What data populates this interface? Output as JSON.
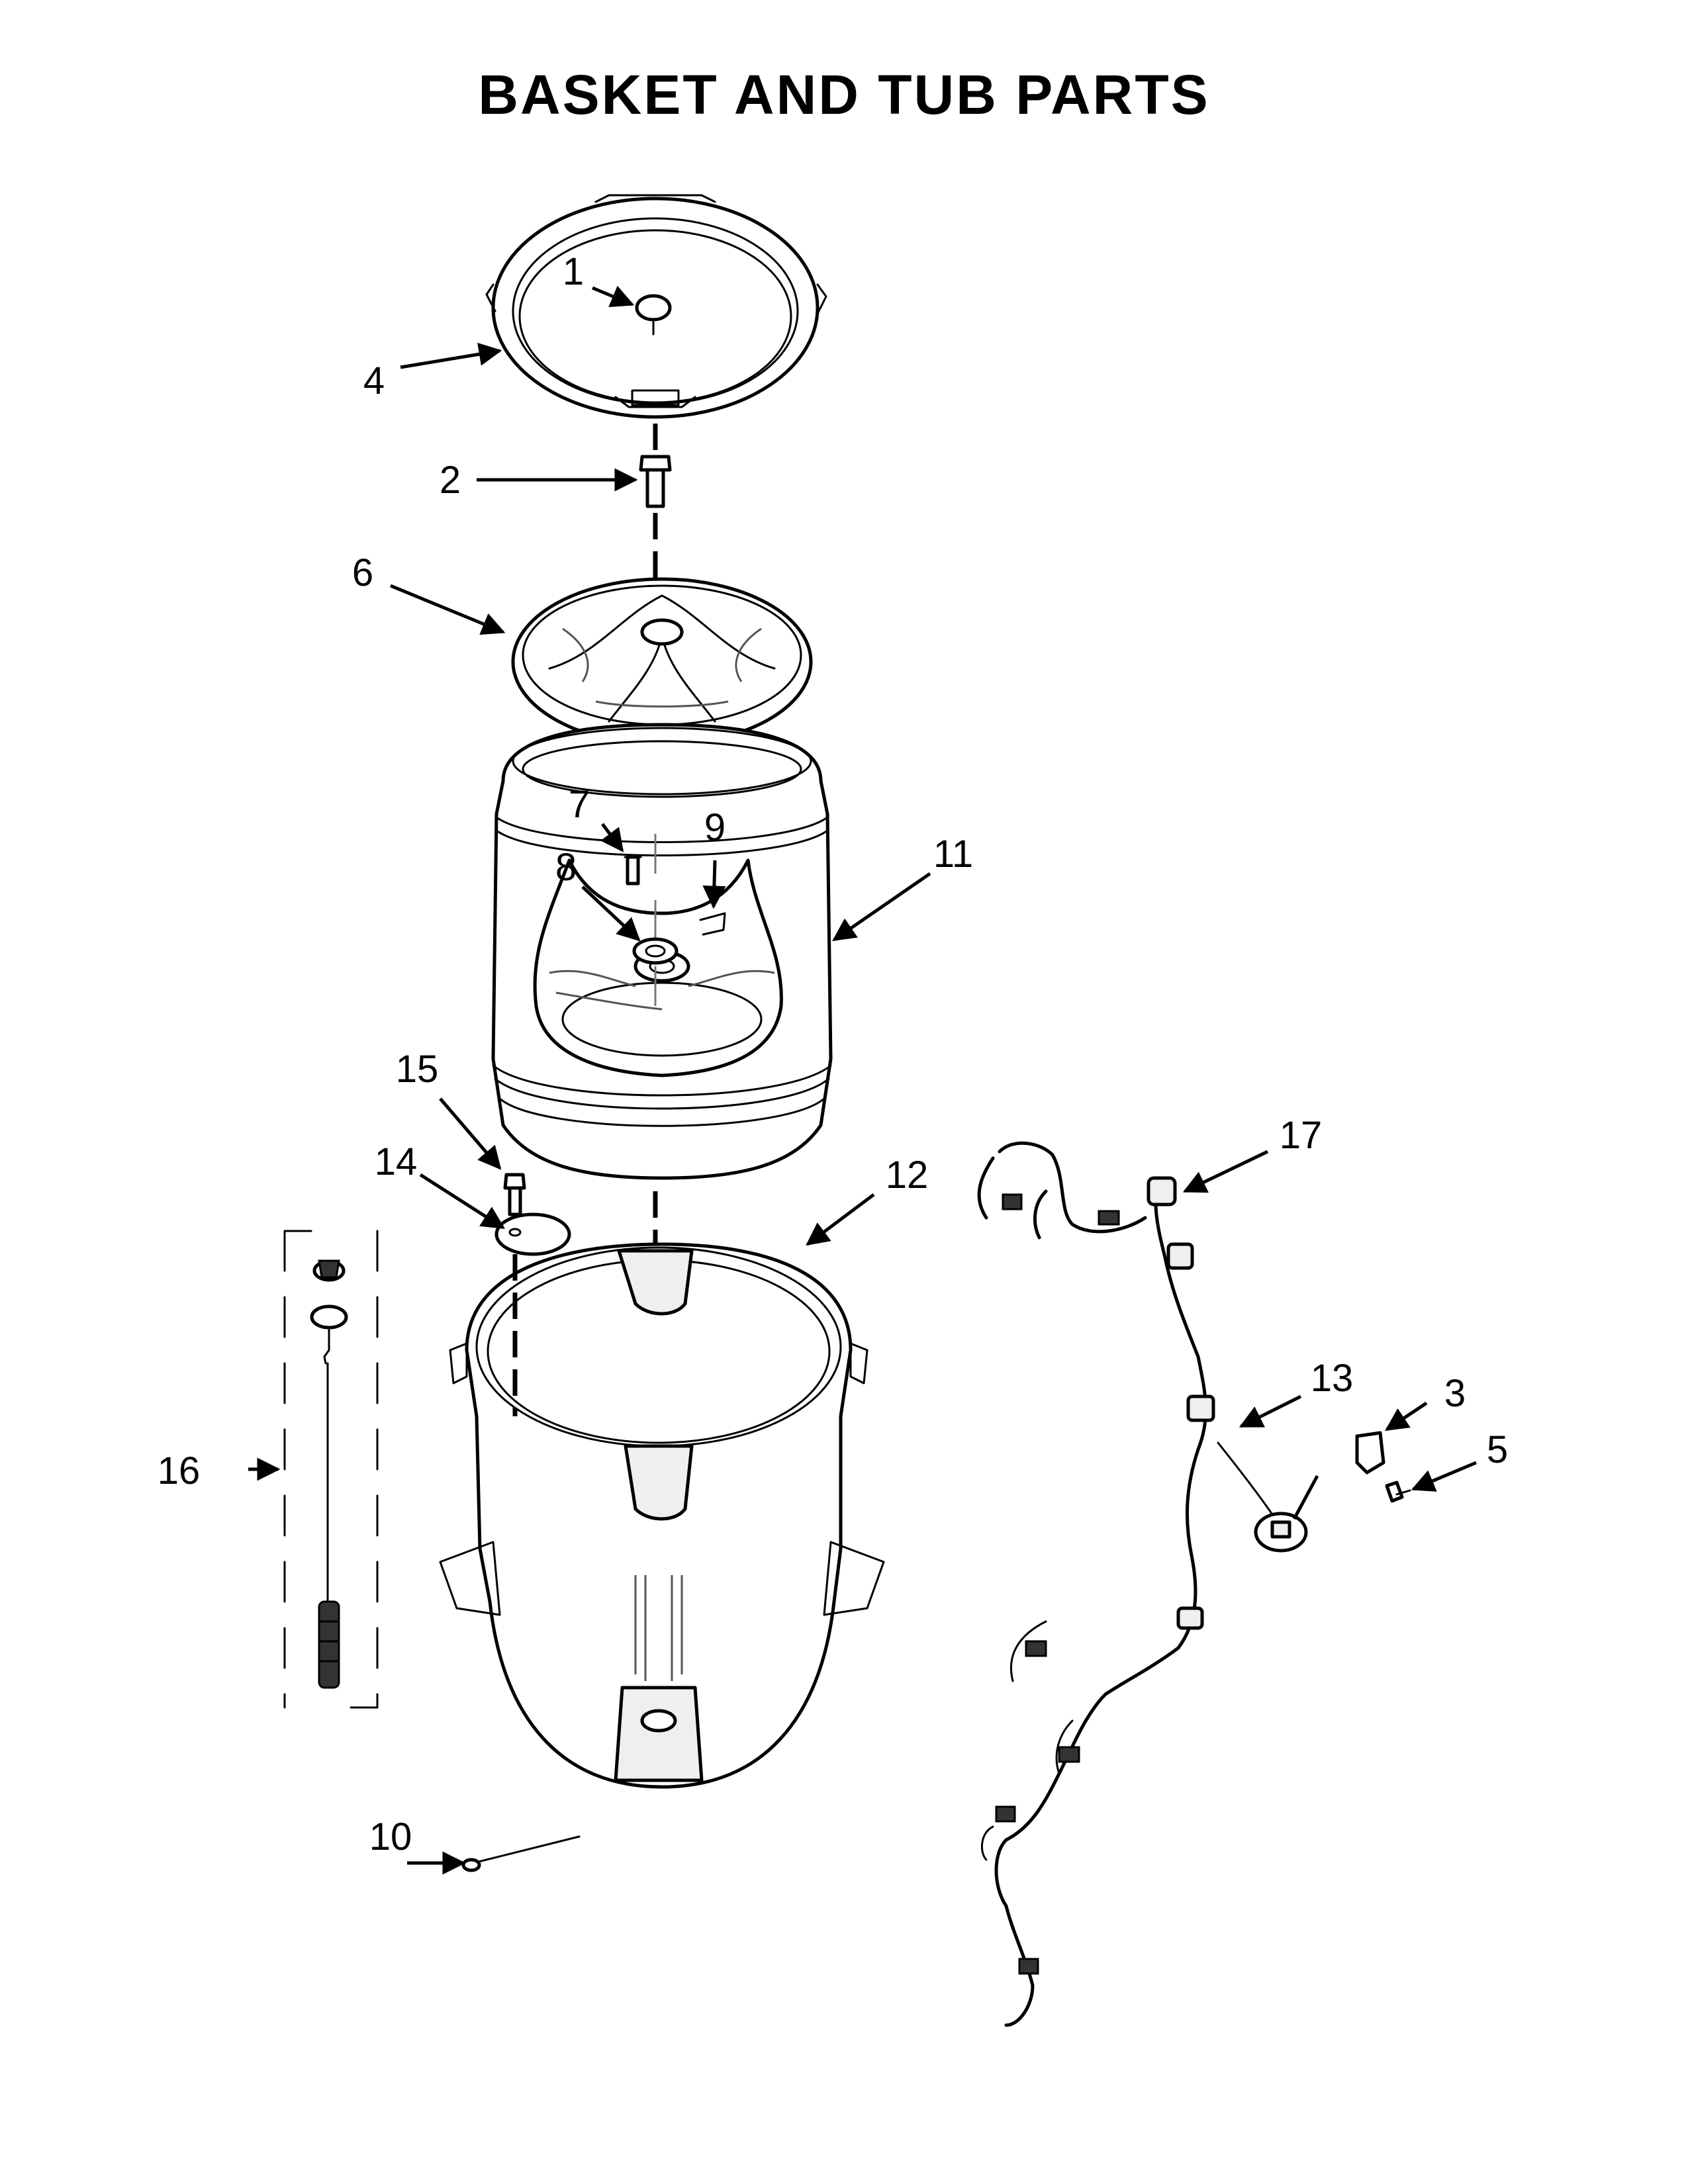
{
  "title": "BASKET AND TUB PARTS",
  "callouts": {
    "c1": "1",
    "c2": "2",
    "c3": "3",
    "c4": "4",
    "c5": "5",
    "c6": "6",
    "c7": "7",
    "c8": "8",
    "c9": "9",
    "c10": "10",
    "c11": "11",
    "c12": "12",
    "c13": "13",
    "c14": "14",
    "c15": "15",
    "c16": "16",
    "c17": "17"
  }
}
